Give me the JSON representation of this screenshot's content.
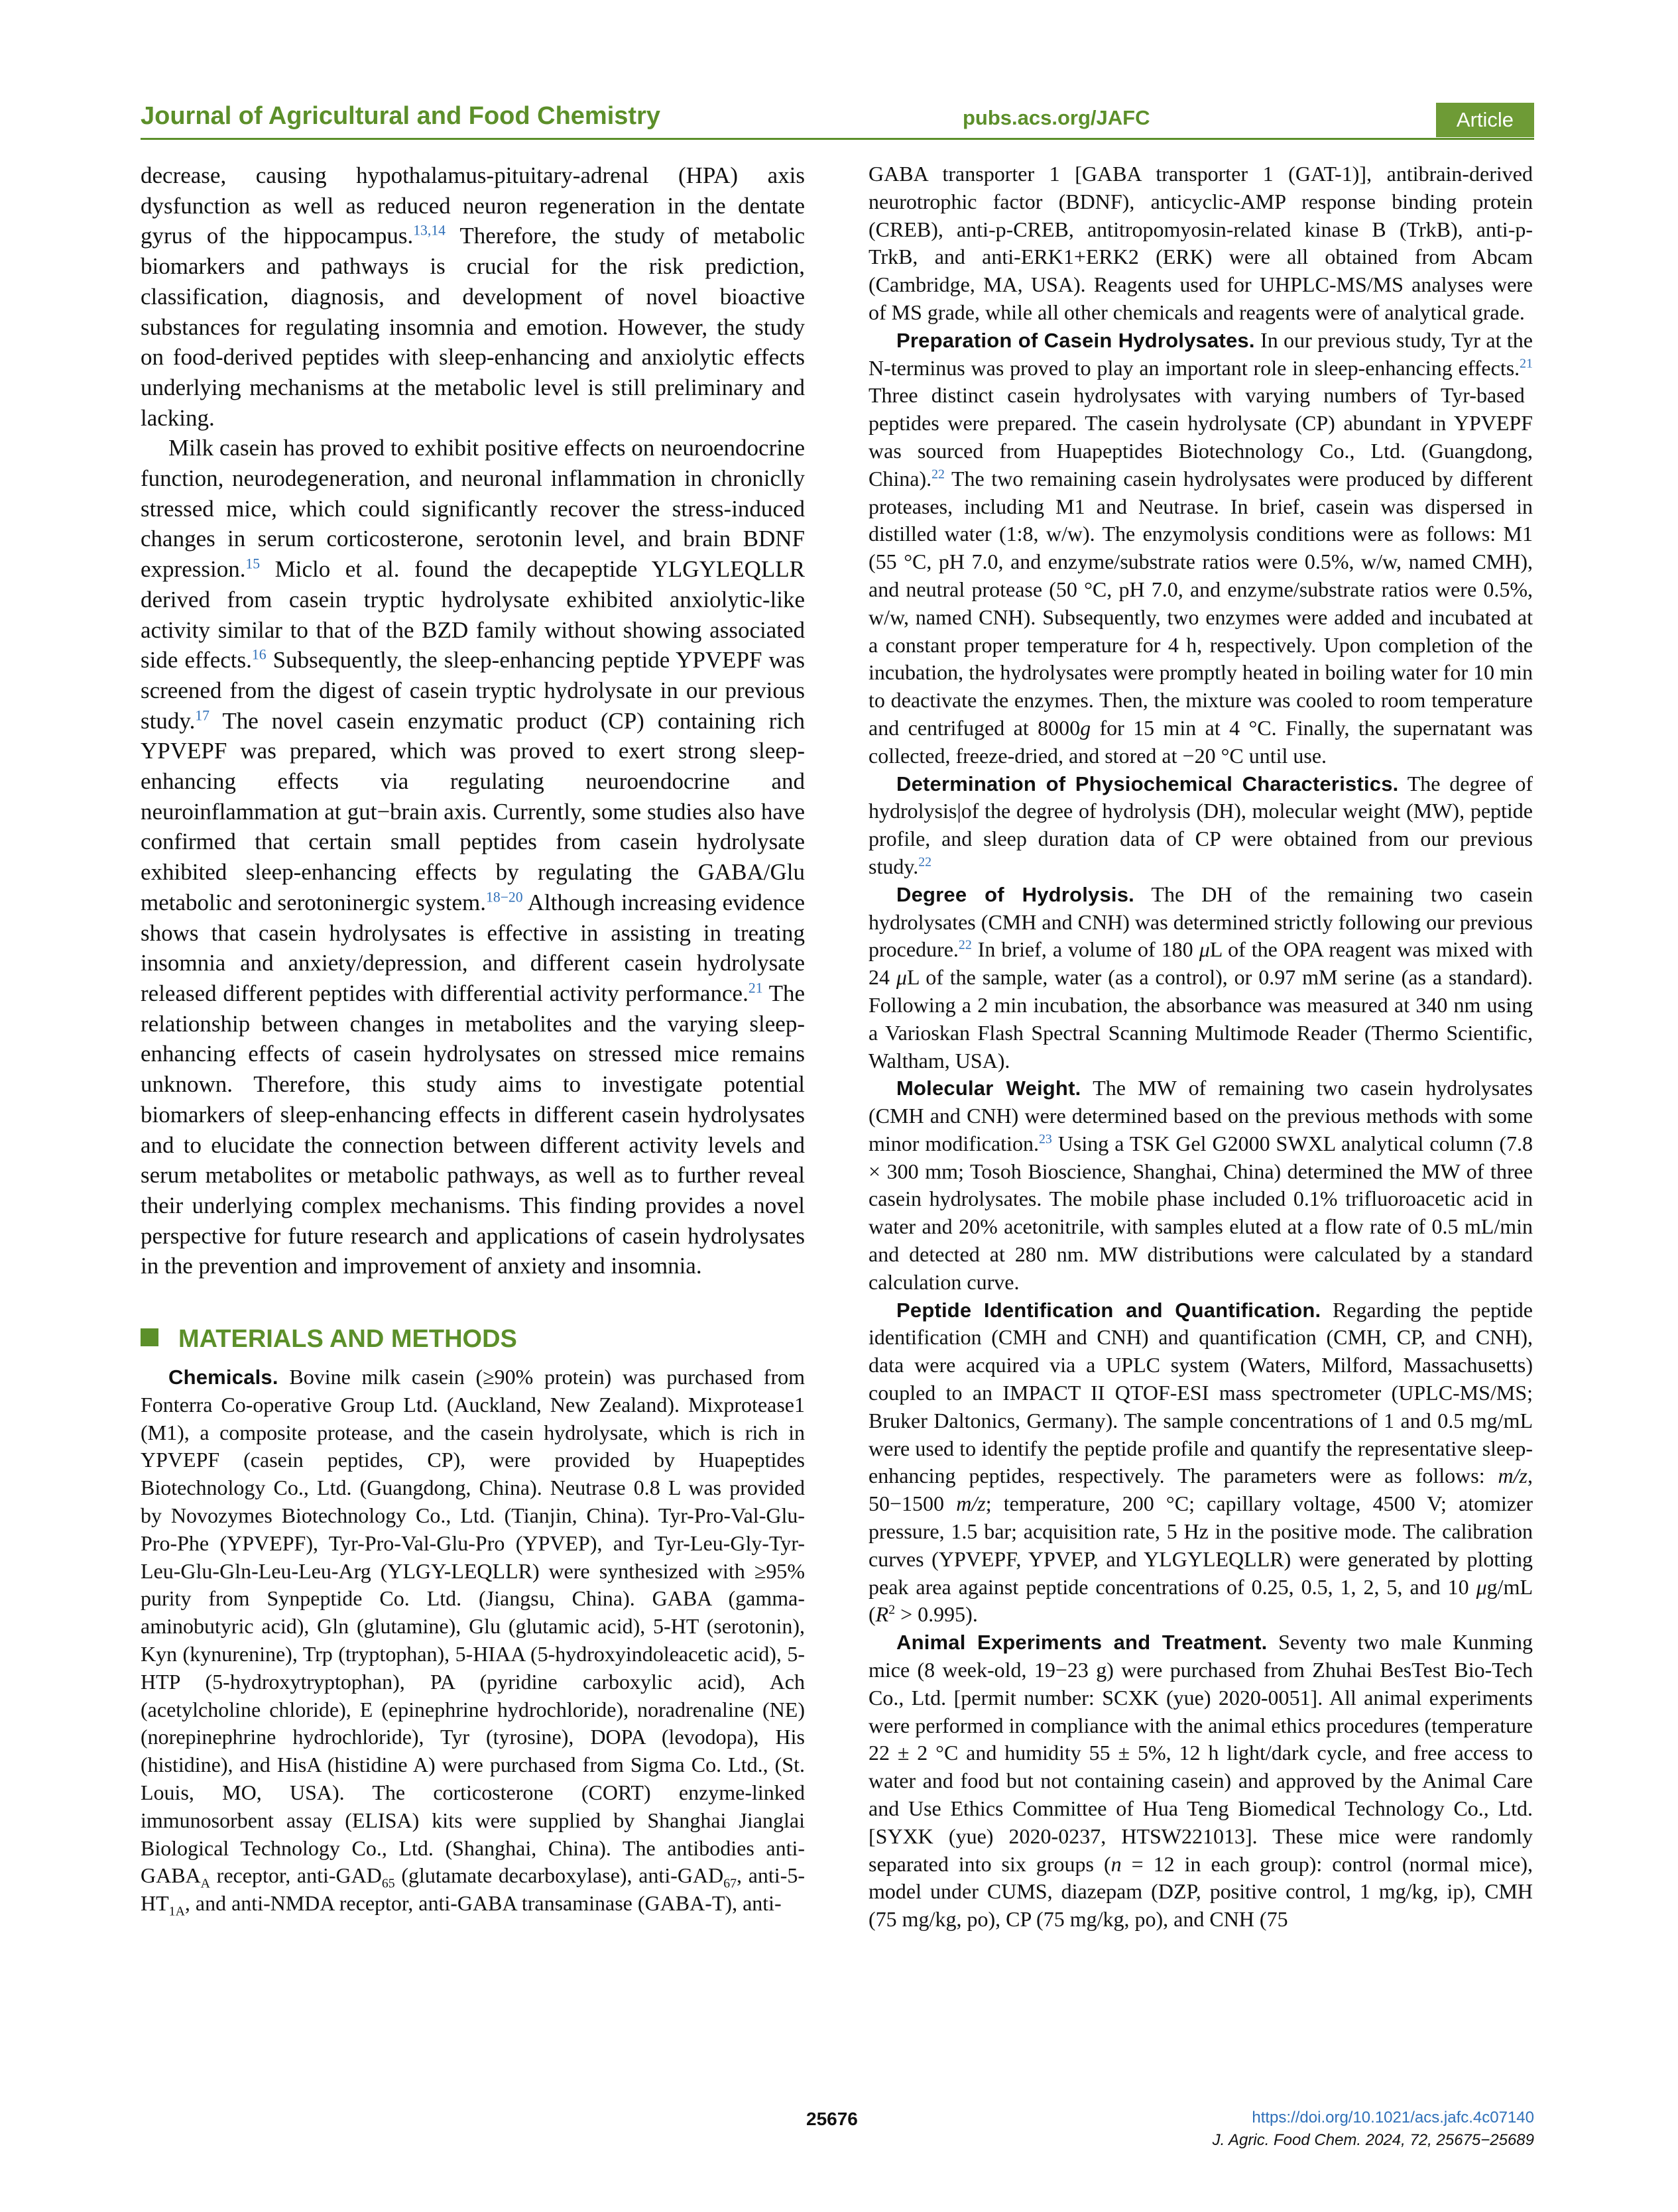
{
  "header": {
    "journal": "Journal of Agricultural and Food Chemistry",
    "url": "pubs.acs.org/JAFC",
    "badge": "Article"
  },
  "left": {
    "p1": [
      "decrease, causing hypothalamus-pituitary-adrenal (HPA) axis dysfunction as well as reduced neuron regeneration in the dentate gyrus of the hippocampus.",
      "13,14",
      " Therefore, the study of metabolic biomarkers and pathways is crucial for the risk prediction, classification, diagnosis, and development of novel bioactive substances for regulating insomnia and emotion. However, the study on food-derived peptides with sleep-enhancing and anxiolytic effects underlying mechanisms at the metabolic level is still preliminary and lacking."
    ],
    "p2": [
      "Milk casein has proved to exhibit positive effects on neuroendocrine function, neurodegeneration, and neuronal inflammation in chroniclly stressed mice, which could significantly recover the stress-induced changes in serum corticosterone, serotonin level, and brain BDNF expression.",
      "15",
      " Miclo et al. found the decapeptide YLGYLEQLLR derived from casein tryptic hydrolysate exhibited anxiolytic-like activity similar to that of the BZD family without showing associated side effects.",
      "16",
      " Subsequently, the sleep-enhancing peptide YPVEPF was screened from the digest of casein tryptic hydrolysate in our previous study.",
      "17",
      " The novel casein enzymatic product (CP) containing rich YPVEPF was prepared, which was proved to exert strong sleep-enhancing effects via regulating neuroendocrine and neuroinflammation at gut−brain axis. Currently, some studies also have confirmed that certain small peptides from casein hydrolysate exhibited sleep-enhancing effects by regulating the GABA/Glu metabolic and serotoninergic system.",
      "18−20",
      " Although increasing evidence shows that casein hydrolysates is effective in assisting in treating insomnia and anxiety/depression, and different casein hydrolysate released different peptides with differential activity performance.",
      "21",
      " The relationship between changes in metabolites and the varying sleep-enhancing effects of casein hydrolysates on stressed mice remains unknown. Therefore, this study aims to investigate potential biomarkers of sleep-enhancing effects in different casein hydrolysates and to elucidate the connection between different activity levels and serum metabolites or metabolic pathways, as well as to further reveal their underlying complex mechanisms. This finding provides a novel perspective for future research and applications of casein hydrolysates in the prevention and improvement of anxiety and insomnia."
    ],
    "section_title": "MATERIALS AND METHODS",
    "chem_head": "Chemicals.",
    "chem_a": " Bovine milk casein (≥90% protein) was purchased from Fonterra Co-operative Group Ltd. (Auckland, New Zealand). Mixprotease1 (M1), a composite protease, and the casein hydrolysate, which is rich in YPVEPF (casein peptides, CP), were provided by Huapeptides Biotechnology Co., Ltd. (Guangdong, China). Neutrase 0.8 L was provided by Novozymes Biotechnology Co., Ltd. (Tianjin, China). Tyr-Pro-Val-Glu-Pro-Phe (YPVEPF), Tyr-Pro-Val-Glu-Pro (YPVEP), and Tyr-Leu-Gly-Tyr-Leu-Glu-Gln-Leu-Leu-Arg (YLGY-LEQLLR) were synthesized with ≥95% purity from Synpeptide Co. Ltd. (Jiangsu, China). GABA (gamma-aminobutyric acid), Gln (glutamine), Glu (glutamic acid), 5-HT (serotonin), Kyn (kynurenine), Trp (tryptophan), 5-HIAA (5-hydroxyindoleacetic acid), 5-HTP (5-hydroxytryptophan), PA (pyridine carboxylic acid), Ach (acetylcholine chloride), E (epinephrine hydrochloride), noradrenaline (NE) (norepinephrine hydrochloride), Tyr (tyrosine), DOPA (levodopa), His (histidine), and HisA (histidine A) were purchased from Sigma Co. Ltd., (St. Louis, MO, USA). The corticosterone (CORT) enzyme-linked immunosorbent assay (ELISA) kits were supplied by Shanghai Jianglai Biological Technology Co., Ltd. (Shanghai, China). The antibodies anti-GABA",
    "sub_a": "A",
    "chem_b": " receptor, anti-GAD",
    "sub_65": "65",
    "chem_c": " (glutamate decarboxylase), anti-GAD",
    "sub_67": "67",
    "chem_d": ", anti-5-HT",
    "sub_1a": "1A",
    "chem_e": ", and anti-NMDA receptor, anti-GABA transaminase (GABA-T), anti-"
  },
  "right": {
    "p0": "GABA transporter 1 [GABA transporter 1 (GAT-1)], antibrain-derived neurotrophic factor (BDNF), anticyclic-AMP response binding protein (CREB), anti-p-CREB, antitropomyosin-related kinase B (TrkB), anti-p-TrkB, and anti-ERK1+ERK2 (ERK) were all obtained from Abcam (Cambridge, MA, USA). Reagents used for UHPLC-MS/MS analyses were of MS grade, while all other chemicals and reagents were of analytical grade.",
    "prep_head": "Preparation of Casein Hydrolysates.",
    "prep": [
      " In our previous study, Tyr at the N-terminus was proved to play an important role in sleep-enhancing effects.",
      "21",
      " Three distinct casein hydrolysates with varying numbers of Tyr-based peptides were prepared. The casein hydrolysate (CP) abundant in YPVEPF was sourced from Huapeptides Biotechnology Co., Ltd. (Guangdong, China).",
      "22",
      " The two remaining casein hydrolysates were produced by different proteases, including M1 and Neutrase. In brief, casein was dispersed in distilled water (1:8, w/w). The enzymolysis conditions were as follows: M1 (55 °C, pH 7.0, and enzyme/substrate ratios were 0.5%, w/w, named CMH), and neutral protease (50 °C, pH 7.0, and enzyme/substrate ratios were 0.5%, w/w, named CNH). Subsequently, two enzymes were added and incubated at a constant proper temperature for 4 h, respectively. Upon completion of the incubation, the hydrolysates were promptly heated in boiling water for 10 min to deactivate the enzymes. Then, the mixture was cooled to room temperature and centrifuged at 8000",
      "g",
      " for 15 min at 4 °C. Finally, the supernatant was collected, freeze-dried, and stored at −20 °C until use."
    ],
    "phys_head": "Determination of Physiochemical Characteristics.",
    "phys": [
      " The degree of hydrolysis|of the degree of hydrolysis (DH), molecular weight (MW), peptide profile, and sleep duration data of CP were obtained from our previous study.",
      "22"
    ],
    "dh_head": "Degree of Hydrolysis.",
    "dh": [
      " The DH of the remaining two casein hydrolysates (CMH and CNH) was determined strictly following our previous procedure.",
      "22",
      " In brief, a volume of 180 ",
      "μ",
      "L of the OPA reagent was mixed with 24 ",
      "μ",
      "L of the sample, water (as a control), or 0.97 mM serine (as a standard). Following a 2 min incubation, the absorbance was measured at 340 nm using a Varioskan Flash Spectral Scanning Multimode Reader (Thermo Scientific, Waltham, USA)."
    ],
    "mw_head": "Molecular Weight.",
    "mw": [
      " The MW of remaining two casein hydrolysates (CMH and CNH) were determined based on the previous methods with some minor modification.",
      "23",
      " Using a TSK Gel G2000 SWXL analytical column (7.8 × 300 mm; Tosoh Bioscience, Shanghai, China) determined the MW of three casein hydrolysates. The mobile phase included 0.1% trifluoroacetic acid in water and 20% acetonitrile, with samples eluted at a flow rate of 0.5 mL/min and detected at 280 nm. MW distributions were calculated by a standard calculation curve."
    ],
    "pep_head": "Peptide Identification and Quantification.",
    "pep": [
      " Regarding the peptide identification (CMH and CNH) and quantification (CMH, CP, and CNH), data were acquired via a UPLC system (Waters, Milford, Massachusetts) coupled to an IMPACT II QTOF-ESI mass spectrometer (UPLC-MS/MS; Bruker Daltonics, Germany). The sample concentrations of 1 and 0.5 mg/mL were used to identify the peptide profile and quantify the representative sleep-enhancing peptides, respectively. The parameters were as follows: ",
      "m/z",
      ", 50−1500 ",
      "m/z",
      "; temperature, 200 °C; capillary voltage, 4500 V; atomizer pressure, 1.5 bar; acquisition rate, 5 Hz in the positive mode. The calibration curves (YPVEPF, YPVEP, and YLGYLEQLLR) were generated by plotting peak area against peptide concentrations of 0.25, 0.5, 1, 2, 5, and 10 ",
      "μ",
      "g/mL (",
      "R",
      "2",
      " > 0.995)."
    ],
    "ani_head": "Animal Experiments and Treatment.",
    "ani": [
      " Seventy two male Kunming mice (8 week-old, 19−23 g) were purchased from Zhuhai BesTest Bio-Tech Co., Ltd. [permit number: SCXK (yue) 2020-0051]. All animal experiments were performed in compliance with the animal ethics procedures (temperature 22 ± 2 °C and humidity 55 ± 5%, 12 h light/dark cycle, and free access to water and food but not containing casein) and approved by the Animal Care and Use Ethics Committee of Hua Teng Biomedical Technology Co., Ltd. [SYXK (yue) 2020-0237, HTSW221013]. These mice were randomly separated into six groups (",
      "n",
      " = 12 in each group): control (normal mice), model under CUMS, diazepam (DZP, positive control, 1 mg/kg, ip), CMH (75 mg/kg, po), CP (75 mg/kg, po), and CNH (75"
    ]
  },
  "footer": {
    "page": "25676",
    "doi": "https://doi.org/10.1021/acs.jafc.4c07140",
    "citation": "J. Agric. Food Chem. 2024, 72, 25675−25689"
  }
}
